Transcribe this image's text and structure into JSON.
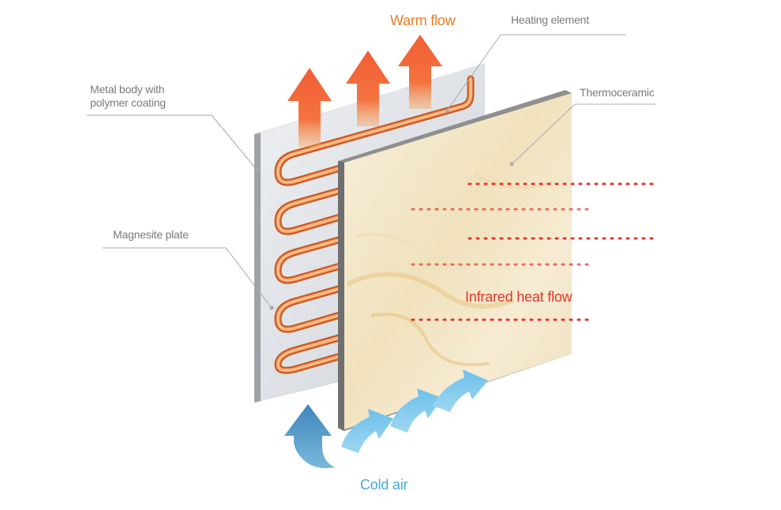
{
  "labels": {
    "warm_flow": "Warm flow",
    "heating_element": "Heating element",
    "metal_body_line1": "Metal body with",
    "metal_body_line2": "polymer coating",
    "thermoceramic": "Thermoceramic",
    "magnesite_plate": "Magnesite plate",
    "infrared_heat_flow": "Infrared heat flow",
    "cold_air": "Cold air"
  },
  "colors": {
    "warm": "#e87c28",
    "infrared": "#e2372c",
    "cold": "#4aa8d8",
    "label_gray": "#7a7a7a",
    "heating_coil": "#e8763a",
    "ceramic": "#f3e6c8",
    "metal": "#d9dbe0"
  },
  "icons": {
    "warm_arrows": "arrow-up-icon",
    "cold_arrows": "curved-arrow-up-icon"
  }
}
